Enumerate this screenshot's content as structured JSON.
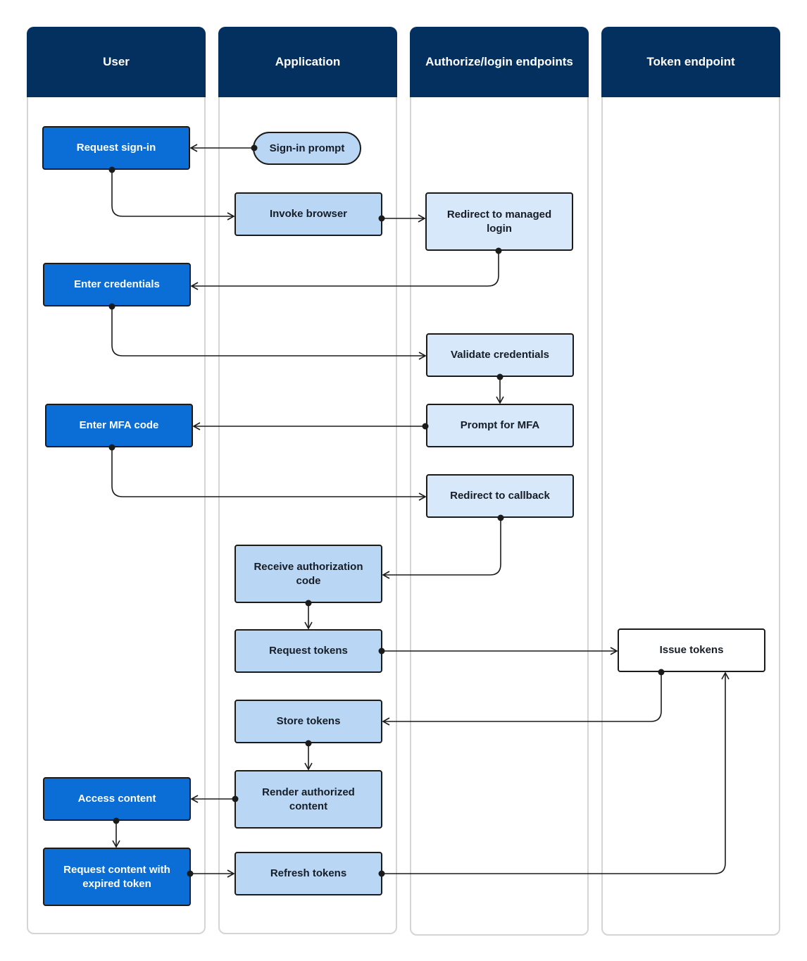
{
  "lanes": {
    "user": "User",
    "application": "Application",
    "authorize": "Authorize/login endpoints",
    "token": "Token endpoint"
  },
  "nodes": {
    "request_sign_in": "Request sign-in",
    "sign_in_prompt": "Sign-in prompt",
    "invoke_browser": "Invoke browser",
    "redirect_managed_login": "Redirect to managed login",
    "enter_credentials": "Enter credentials",
    "validate_credentials": "Validate credentials",
    "enter_mfa_code": "Enter MFA code",
    "prompt_for_mfa": "Prompt for MFA",
    "redirect_to_callback": "Redirect to callback",
    "receive_authorization_code": "Receive authorization code",
    "request_tokens": "Request tokens",
    "issue_tokens": "Issue tokens",
    "store_tokens": "Store tokens",
    "render_authorized_content": "Render authorized content",
    "access_content": "Access content",
    "request_content_expired": "Request content with expired token",
    "refresh_tokens": "Refresh tokens"
  },
  "colors": {
    "header": "#03305e",
    "user_node": "#0a6ed6",
    "app_node": "#b9d7f5",
    "auth_node": "#d6e8fa",
    "token_node": "#ffffff",
    "stroke": "#1b1b1b",
    "lane_border": "#d5d5d5"
  }
}
